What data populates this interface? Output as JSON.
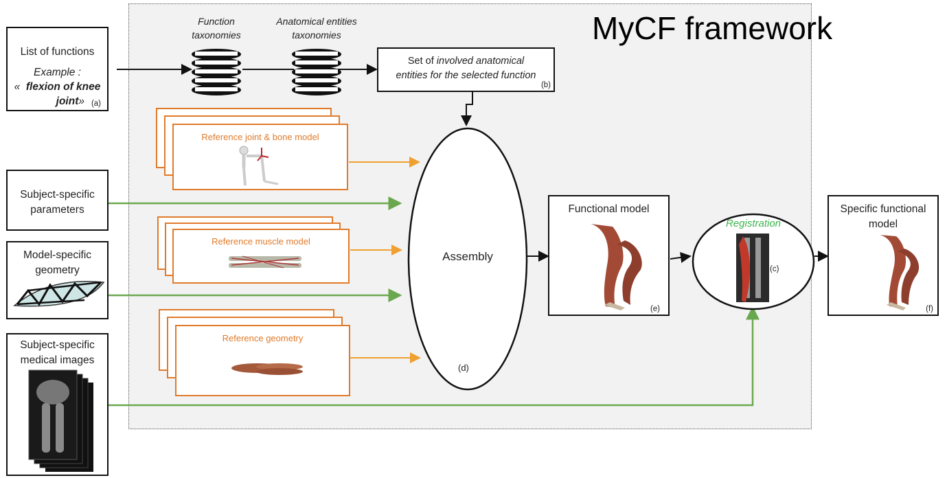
{
  "frame": {
    "title": "MyCF framework"
  },
  "list_of_functions": {
    "title": "List of functions",
    "example_label": "Example :",
    "example_open": "«",
    "example_value_1": "flexion of knee",
    "example_value_2": "joint",
    "example_close": "»",
    "tag": "(a)"
  },
  "taxonomies": {
    "function_1": "Function",
    "function_2": "taxonomies",
    "anatomical_1": "Anatomical entities",
    "anatomical_2": "taxonomies"
  },
  "involved_entities": {
    "line1_prefix": "Set of ",
    "line1_italic": "involved anatomical",
    "line2_italic": "entities for the selected function",
    "tag": "(b)"
  },
  "reference_models": {
    "joint_bone": "Reference joint & bone model",
    "muscle": "Reference muscle model",
    "geometry": "Reference geometry"
  },
  "inputs": {
    "subject_params_1": "Subject-specific",
    "subject_params_2": "parameters",
    "model_geometry_1": "Model-specific",
    "model_geometry_2": "geometry",
    "medical_images_1": "Subject-specific",
    "medical_images_2": "medical images"
  },
  "assembly": {
    "label": "Assembly",
    "tag": "(d)"
  },
  "functional_model": {
    "title": "Functional model",
    "tag": "(e)"
  },
  "registration": {
    "label": "Registration",
    "tag": "(c)"
  },
  "specific_model": {
    "title_1": "Specific functional",
    "title_2": "model",
    "tag": "(f)"
  },
  "colors": {
    "orange": "#e07a2a",
    "green": "#6aa84f",
    "registration_text": "#3cb44b"
  }
}
